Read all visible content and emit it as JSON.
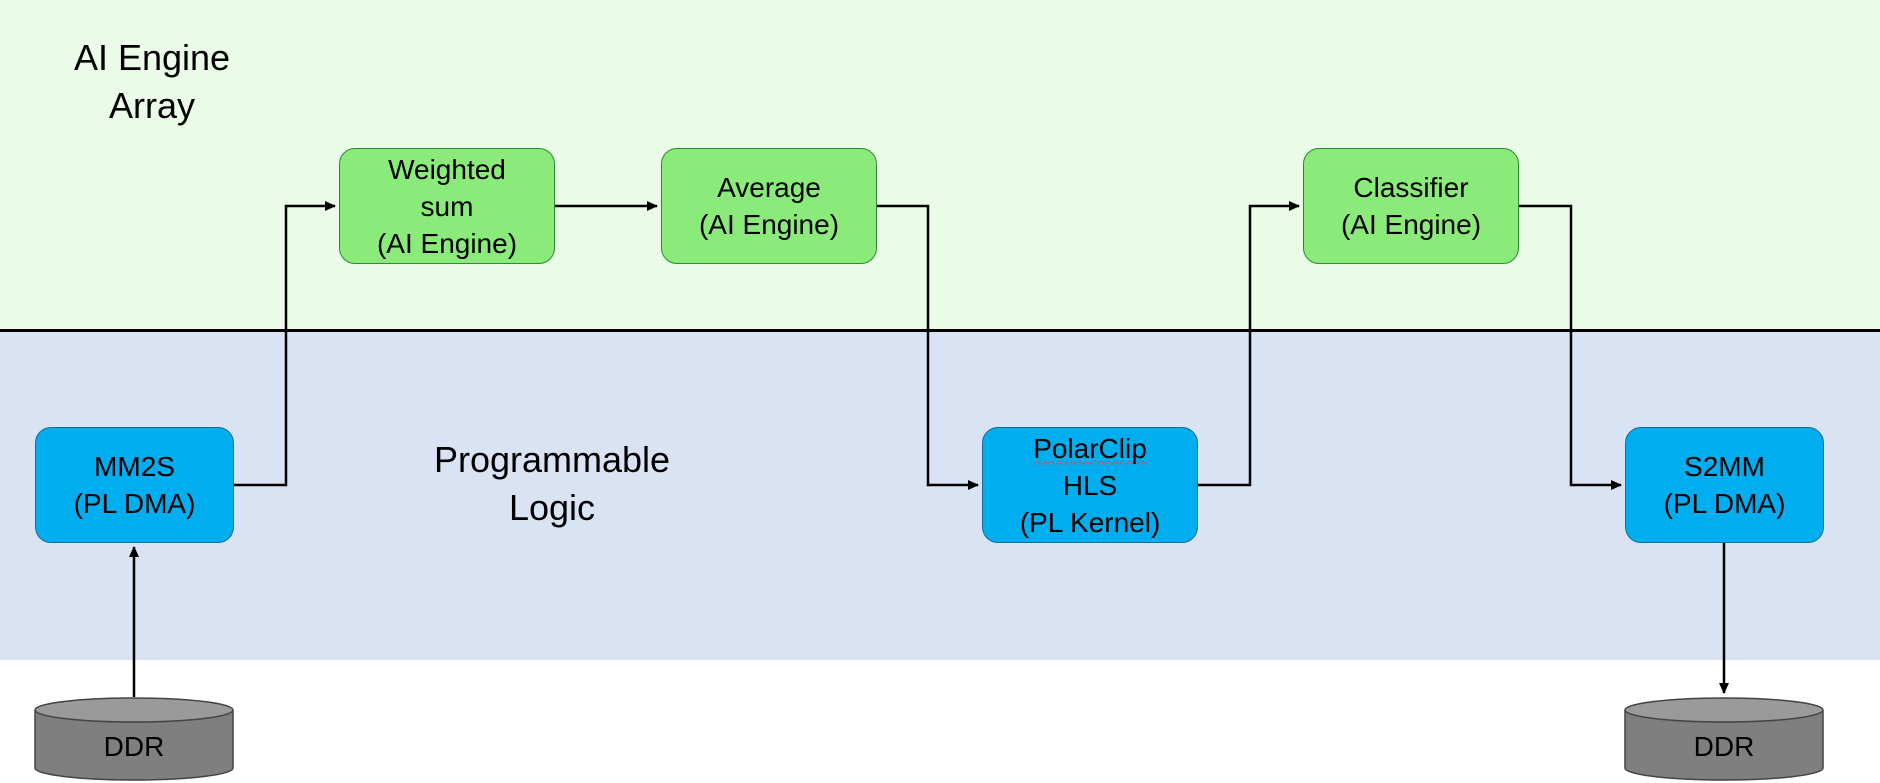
{
  "colors": {
    "aie_region_bg": "#eafbe7",
    "pl_region_bg": "#d9e3f4",
    "green_node": "#8aea7a",
    "blue_node": "#00adef",
    "ddr_fill": "#7f7f7f",
    "ddr_top": "#9a9a9a",
    "wire": "#000000"
  },
  "regions": {
    "aie_label": "AI Engine\nArray",
    "pl_label": "Programmable\nLogic"
  },
  "nodes": {
    "weighted_sum": {
      "lines": [
        "Weighted",
        "sum",
        "(AI Engine)"
      ]
    },
    "average": {
      "lines": [
        "Average",
        "(AI Engine)"
      ]
    },
    "classifier": {
      "lines": [
        "Classifier",
        "(AI Engine)"
      ]
    },
    "mm2s": {
      "lines": [
        "MM2S",
        "(PL DMA)"
      ]
    },
    "polarclip": {
      "lines": [
        "PolarClip",
        "HLS",
        "(PL Kernel)"
      ]
    },
    "s2mm": {
      "lines": [
        "S2MM",
        "(PL DMA)"
      ]
    }
  },
  "storage": {
    "ddr_in": "DDR",
    "ddr_out": "DDR"
  }
}
